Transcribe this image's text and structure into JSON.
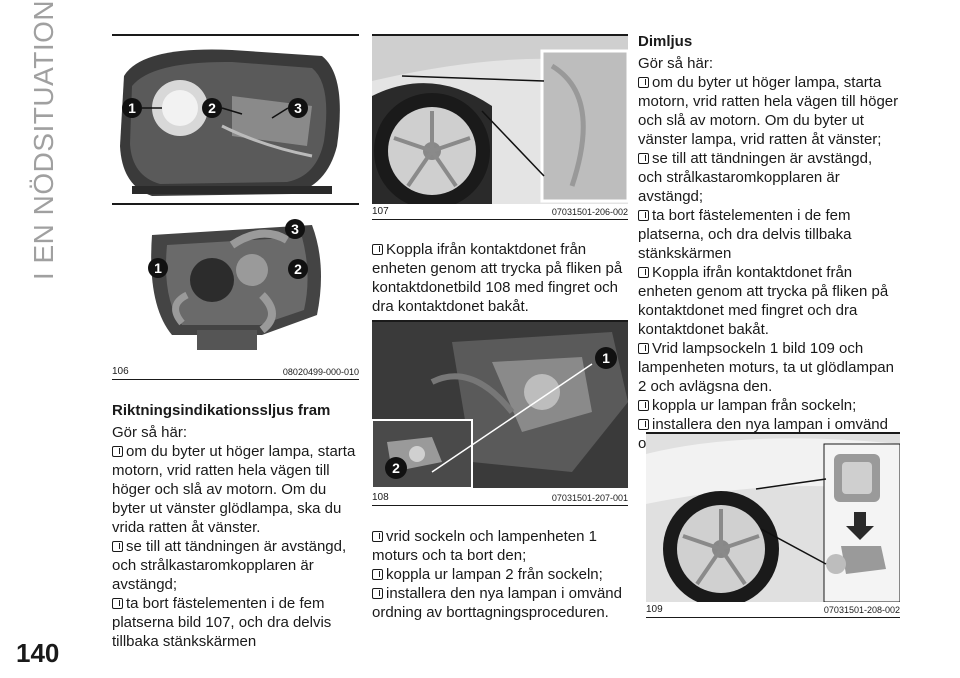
{
  "section_title": "I EN NÖDSITUATION",
  "page_number": "140",
  "figures": {
    "f106": {
      "number": "106",
      "code": "08020499-000-010",
      "callouts": [
        "1",
        "2",
        "3",
        "3",
        "1",
        "2"
      ]
    },
    "f107": {
      "number": "107",
      "code": "07031501-206-002"
    },
    "f108": {
      "number": "108",
      "code": "07031501-207-001",
      "callouts": [
        "1",
        "2"
      ]
    },
    "f109": {
      "number": "109",
      "code": "07031501-208-002"
    }
  },
  "column1": {
    "heading": "Riktningsindikationssljus fram",
    "intro": "Gör så här:",
    "items": [
      "om du byter ut höger lampa, starta motorn, vrid ratten hela vägen till höger och slå av motorn. Om du byter ut vänster glödlampa, ska du vrida ratten åt vänster.",
      "se till att tändningen är avstängd, och strålkastaromkopplaren är avstängd;",
      "ta bort fästelementen i de fem platserna bild 107, och dra delvis tillbaka stänkskärmen"
    ]
  },
  "column2": {
    "items_top": [
      "Koppla ifrån kontaktdonet från enheten genom att trycka på fliken på kontaktdonetbild 108 med fingret och dra kontaktdonet bakåt."
    ],
    "items_bottom": [
      "vrid sockeln och lampenheten 1 moturs och ta bort den;",
      "koppla ur lampan 2 från sockeln;",
      "installera den nya lampan i omvänd ordning av borttagningsproceduren."
    ]
  },
  "column3": {
    "heading": "Dimljus",
    "intro": "Gör så här:",
    "items": [
      "om du byter ut höger lampa, starta motorn, vrid ratten hela vägen till höger och slå av motorn. Om du byter ut vänster lampa, vrid ratten åt vänster;",
      "se till att tändningen är avstängd, och strålkastaromkopplaren är avstängd;",
      "ta bort fästelementen i de fem platserna, och dra delvis tillbaka stänkskärmen",
      "Koppla ifrån kontaktdonet från enheten genom att trycka på fliken på kontaktdonet med fingret och dra kontaktdonet bakåt.",
      "Vrid lampsockeln 1 bild 109 och lampenheten moturs, ta ut glödlampan 2 och avlägsna den.",
      "koppla ur lampan från sockeln;",
      "installera den nya lampan i omvänd ordning av borttagningsproceduren."
    ]
  }
}
